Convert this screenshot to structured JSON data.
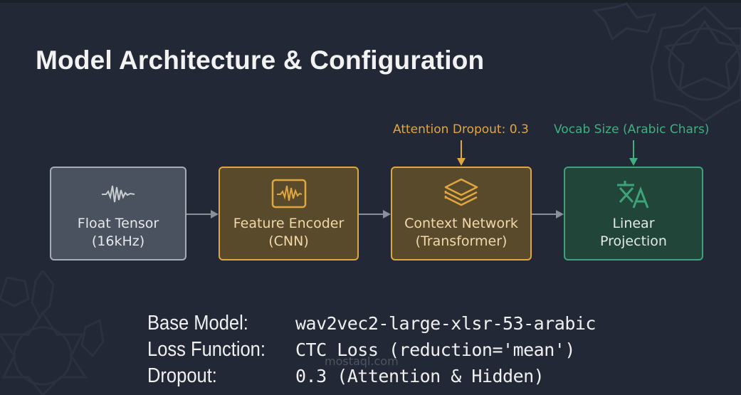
{
  "title": "Model Architecture & Configuration",
  "colors": {
    "background": "#222836",
    "input": "#a7adb5",
    "encoder": "#e0a640",
    "output": "#3fa37a",
    "arrow": "#8a9099"
  },
  "pipeline": [
    {
      "id": "input",
      "icon": "waveform-icon",
      "line1": "Float Tensor",
      "line2": "(16kHz)"
    },
    {
      "id": "feature-encoder",
      "icon": "waveform-box-icon",
      "line1": "Feature Encoder",
      "line2": "(CNN)"
    },
    {
      "id": "context-network",
      "icon": "layers-icon",
      "line1": "Context Network",
      "line2": "(Transformer)"
    },
    {
      "id": "linear-projection",
      "icon": "translate-icon",
      "line1": "Linear",
      "line2": "Projection"
    }
  ],
  "annotations": {
    "context": "Attention Dropout: 0.3",
    "linear": "Vocab Size (Arabic Chars)"
  },
  "config": [
    {
      "key": "Base Model:",
      "value": "wav2vec2-large-xlsr-53-arabic"
    },
    {
      "key": "Loss Function:",
      "value": "CTC Loss (reduction='mean')"
    },
    {
      "key": "Dropout:",
      "value": "0.3 (Attention & Hidden)"
    }
  ],
  "watermark": "mostaql.com"
}
